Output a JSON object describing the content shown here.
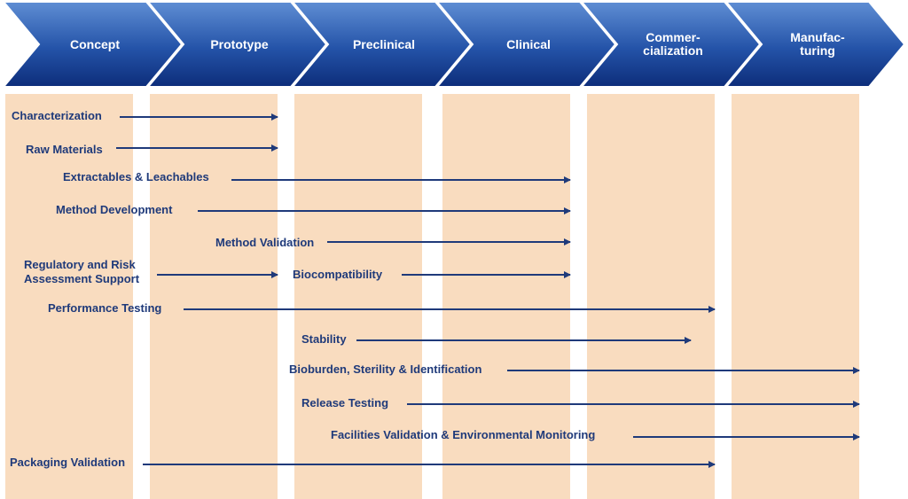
{
  "colors": {
    "stage_dark": "#0d2d7a",
    "stage_light": "#5f8ed4",
    "column_fill": "#f9dcbf",
    "text_navy": "#1f3a7a",
    "arrow": "#1f3a7a"
  },
  "stages": [
    {
      "label": "Concept"
    },
    {
      "label": "Prototype"
    },
    {
      "label": "Preclinical"
    },
    {
      "label": "Clinical"
    },
    {
      "label": "Commer-\ncialization"
    },
    {
      "label": "Manufac-\nturing"
    }
  ],
  "activities": [
    {
      "label": "Characterization"
    },
    {
      "label": "Raw Materials"
    },
    {
      "label": "Extractables & Leachables"
    },
    {
      "label": "Method Development"
    },
    {
      "label": "Method Validation"
    },
    {
      "label": "Regulatory and Risk\nAssessment Support"
    },
    {
      "label": "Biocompatibility"
    },
    {
      "label": "Performance Testing"
    },
    {
      "label": "Stability"
    },
    {
      "label": "Bioburden, Sterility & Identification"
    },
    {
      "label": "Release Testing"
    },
    {
      "label": "Facilities Validation & Environmental Monitoring"
    },
    {
      "label": "Packaging Validation"
    }
  ]
}
